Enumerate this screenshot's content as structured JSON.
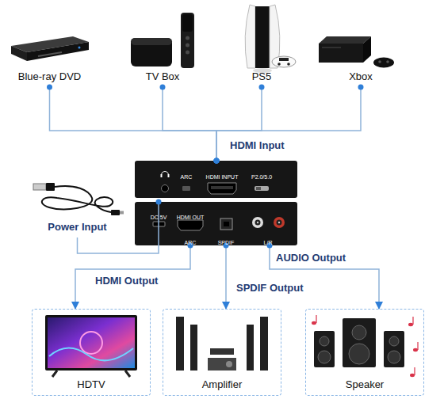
{
  "diagram": {
    "nodes": [
      {
        "text": [
          "Blue-ray DVD"
        ]
      },
      {
        "text": [
          "TV Box"
        ]
      },
      {
        "text": [
          "PS5"
        ]
      },
      {
        "text": [
          "Xbox"
        ]
      },
      {
        "text": [
          "ARC",
          "HDMI INPUT",
          "P2.0/5.0"
        ]
      },
      {
        "text": [
          "Power Input"
        ]
      },
      {
        "text": [
          "DC 5V",
          "HDMI OUT",
          "ARC",
          "SPDIF",
          "L/R"
        ]
      },
      {
        "text": [
          "HDTV"
        ]
      },
      {
        "text": [
          "Amplifier"
        ]
      },
      {
        "text": [
          "Speaker"
        ]
      }
    ],
    "edges": [
      {
        "from": 0,
        "to": 4,
        "arrow": "none"
      },
      {
        "from": 1,
        "to": 4,
        "arrow": "none"
      },
      {
        "from": 2,
        "to": 4,
        "arrow": "none"
      },
      {
        "from": 3,
        "to": 4,
        "arrow": "none"
      },
      {
        "from": 5,
        "to": 6,
        "arrow": "none"
      },
      {
        "from": 6,
        "to": 7,
        "arrow": "to",
        "label": "HDMI Output"
      },
      {
        "from": 6,
        "to": 8,
        "arrow": "to",
        "label": "SPDIF Output"
      },
      {
        "from": 6,
        "to": 9,
        "arrow": "to",
        "label": "AUDIO Output"
      }
    ],
    "labels": [
      "HDMI Input"
    ]
  }
}
